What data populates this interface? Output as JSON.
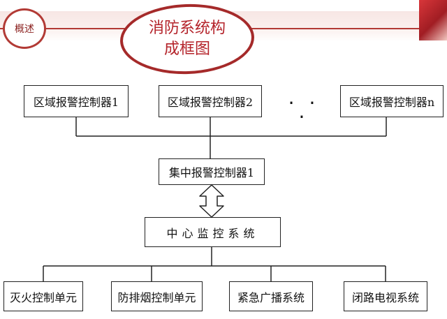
{
  "header": {
    "overview_label": "概述",
    "title_line1": "消防系统构",
    "title_line2": "成框图"
  },
  "zone_controllers": [
    {
      "label": "区域报警控制器1"
    },
    {
      "label": "区域报警控制器2"
    },
    {
      "label": "区域报警控制器n"
    }
  ],
  "ellipsis": "· · ·",
  "central_controller": "集中报警控制器1",
  "monitoring_center": "中心监控系统",
  "subsystems": [
    {
      "label": "灭火控制单元"
    },
    {
      "label": "防排烟控制单元"
    },
    {
      "label": "紧急广播系统"
    },
    {
      "label": "闭路电视系统"
    }
  ],
  "colors": {
    "accent": "#b23a35",
    "title": "#b4232a",
    "line": "#222222"
  }
}
